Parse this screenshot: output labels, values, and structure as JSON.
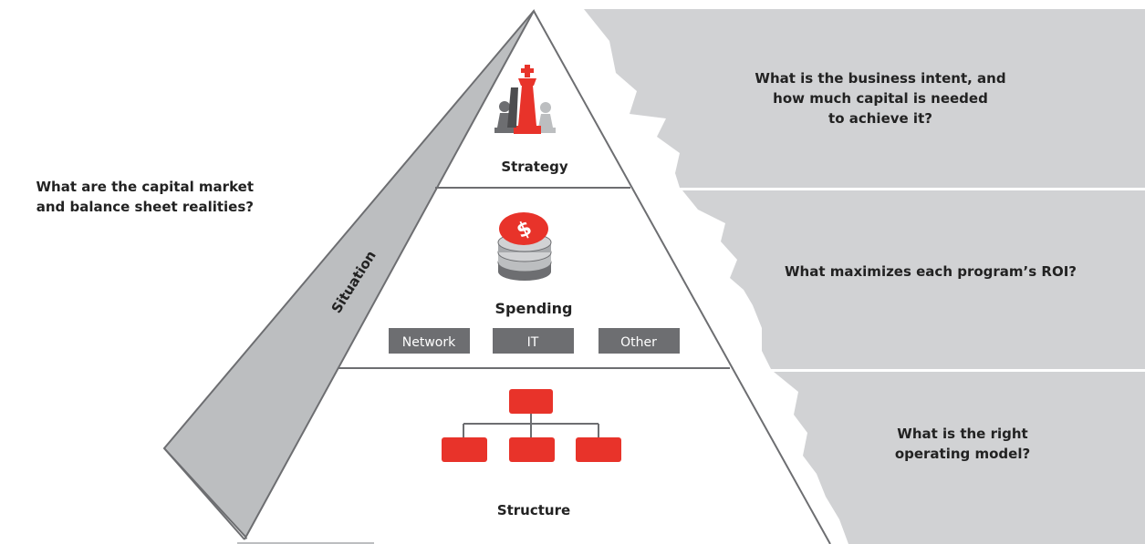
{
  "left_question": {
    "lines": [
      "What are the capital market",
      "and balance sheet realities?"
    ]
  },
  "side_label": "Situation",
  "tiers": {
    "strategy": {
      "label": "Strategy",
      "icon": "chess-pieces-icon",
      "question_lines": [
        "What is the business intent, and",
        "how much capital is needed",
        "to achieve it?"
      ]
    },
    "spending": {
      "label": "Spending",
      "icon": "coin-stack-dollar-icon",
      "categories": [
        "Network",
        "IT",
        "Other"
      ],
      "question": "What maximizes each program’s ROI?"
    },
    "structure": {
      "label": "Structure",
      "icon": "org-chart-icon",
      "question_lines": [
        "What is the right",
        "operating model?"
      ]
    }
  },
  "colors": {
    "accent_red": "#e8332a",
    "panel_gray": "#d1d2d4",
    "side_gray": "#bcbec0",
    "line_gray": "#6d6e71",
    "tag_gray": "#6d6e71"
  }
}
